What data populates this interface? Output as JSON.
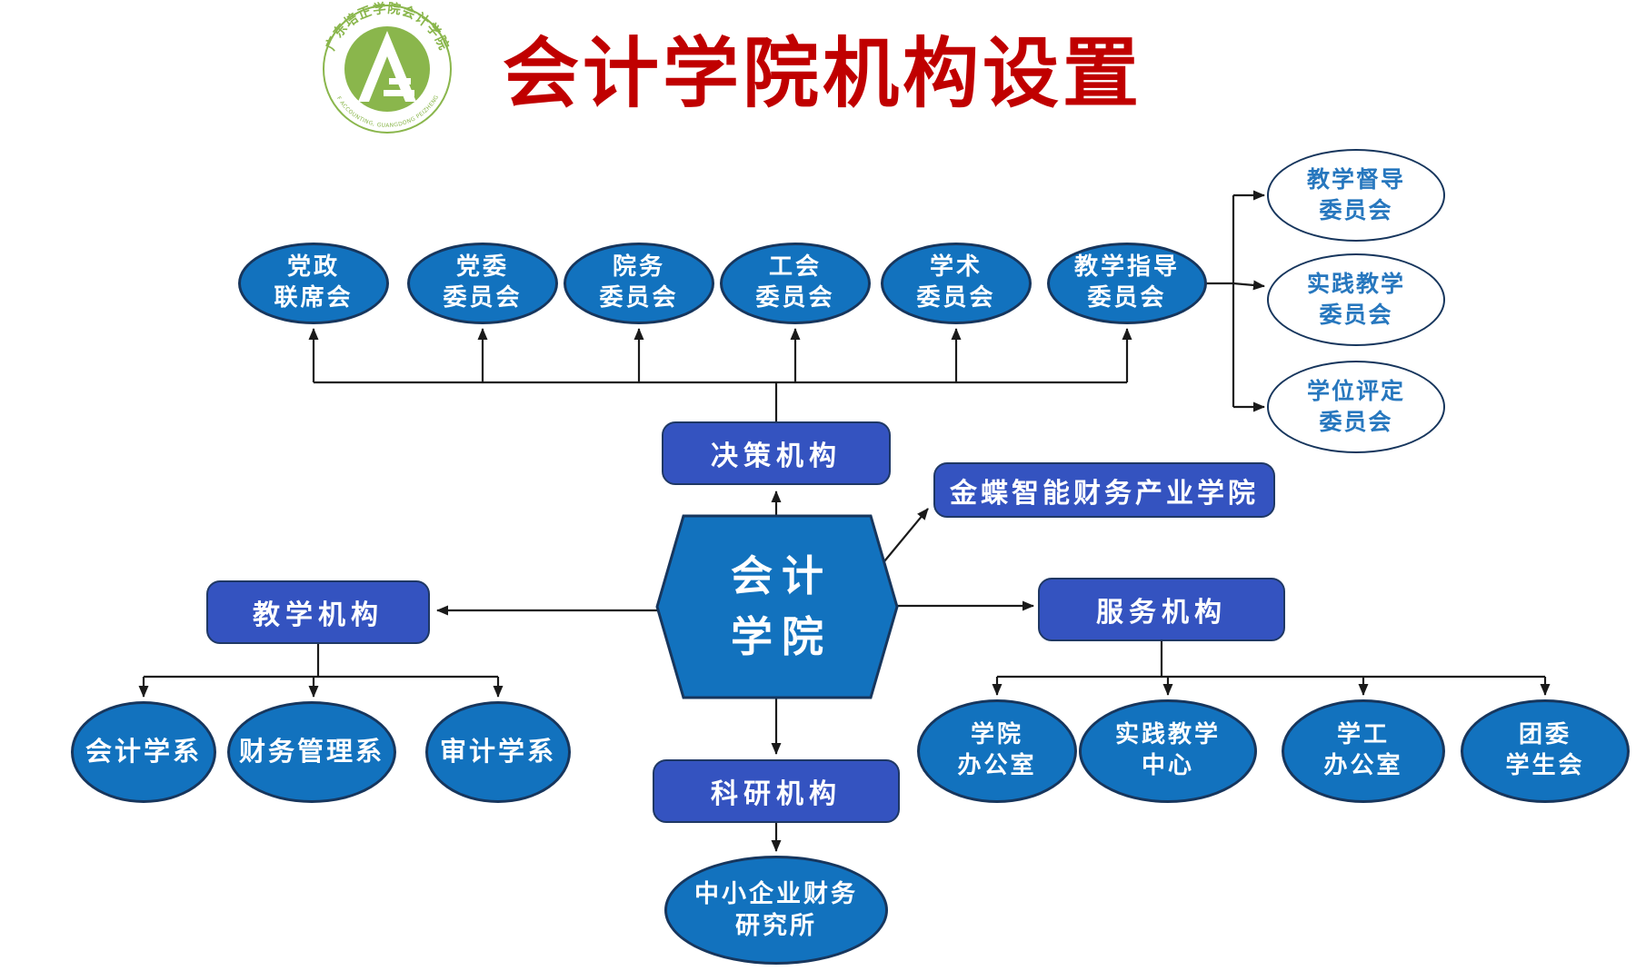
{
  "title": "会计学院机构设置",
  "logo": {
    "top_text": "广东培正学院会计学院",
    "bottom_text": "SCHOOL OF ACCOUNTING, GUANGDONG PEIZHENG COLLEGE",
    "monogram": "A"
  },
  "colors": {
    "title_red": "#C00000",
    "ellipse_blue": "#1272BE",
    "box_blue": "#3453C0",
    "border_navy": "#17365D",
    "sub_committee_text_blue": "#2777BE",
    "logo_green": "#8AB64C",
    "connector_black": "#1A1A1A"
  },
  "hexagon": {
    "line1": "会计",
    "line2": "学院"
  },
  "decision": {
    "label": "决策机构"
  },
  "committees": [
    {
      "line1": "党政",
      "line2": "联席会"
    },
    {
      "line1": "党委",
      "line2": "委员会"
    },
    {
      "line1": "院务",
      "line2": "委员会"
    },
    {
      "line1": "工会",
      "line2": "委员会"
    },
    {
      "line1": "学术",
      "line2": "委员会"
    },
    {
      "line1": "教学指导",
      "line2": "委员会"
    }
  ],
  "sub_committees": [
    {
      "line1": "教学督导",
      "line2": "委员会"
    },
    {
      "line1": "实践教学",
      "line2": "委员会"
    },
    {
      "line1": "学位评定",
      "line2": "委员会"
    }
  ],
  "jindie": {
    "label": "金蝶智能财务产业学院"
  },
  "teaching": {
    "label": "教学机构",
    "departments": [
      {
        "label": "会计学系"
      },
      {
        "label": "财务管理系"
      },
      {
        "label": "审计学系"
      }
    ]
  },
  "service": {
    "label": "服务机构",
    "offices": [
      {
        "line1": "学院",
        "line2": "办公室"
      },
      {
        "line1": "实践教学",
        "line2": "中心"
      },
      {
        "line1": "学工",
        "line2": "办公室"
      },
      {
        "line1": "团委",
        "line2": "学生会"
      }
    ]
  },
  "research": {
    "label": "科研机构",
    "institute": {
      "line1": "中小企业财务",
      "line2": "研究所"
    }
  }
}
